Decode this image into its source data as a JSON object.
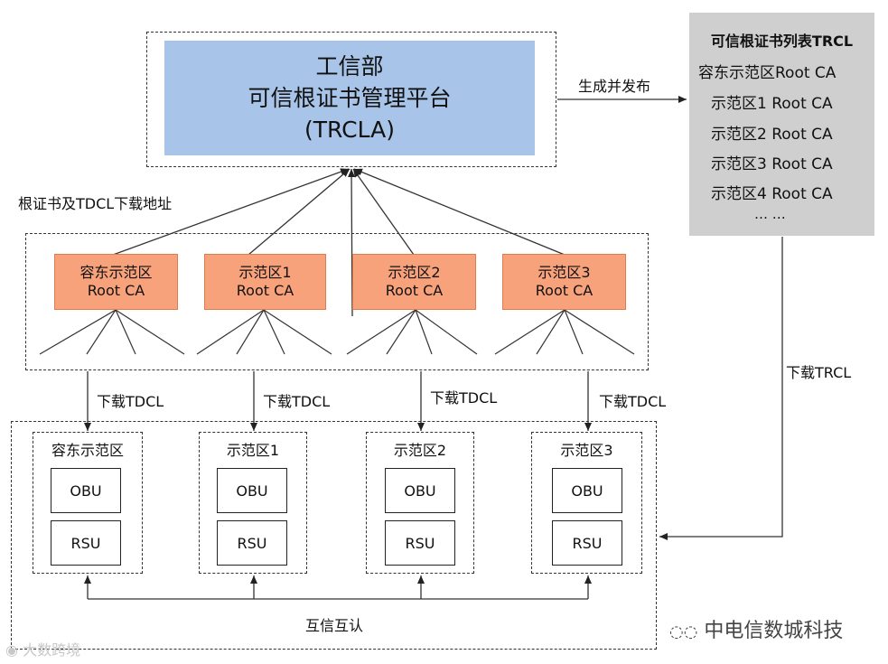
{
  "platform": {
    "line1": "工信部",
    "line2": "可信根证书管理平台",
    "line3": "(TRCLA)"
  },
  "trcl_list": {
    "title": "可信根证书列表TRCL",
    "items": [
      "容东示范区Root CA",
      "示范区1 Root CA",
      "示范区2 Root CA",
      "示范区3 Root CA",
      "示范区4 Root CA",
      "… …"
    ]
  },
  "edges": {
    "generate_publish": "生成并发布",
    "root_cert_download": "根证书及TDCL下载地址",
    "download_tdcl": "下载TDCL",
    "download_trcl": "下载TRCL",
    "mutual_trust": "互信互认"
  },
  "root_cas": [
    {
      "name": "容东示范区",
      "ca": "Root CA"
    },
    {
      "name": "示范区1",
      "ca": "Root CA"
    },
    {
      "name": "示范区2",
      "ca": "Root CA"
    },
    {
      "name": "示范区3",
      "ca": "Root CA"
    }
  ],
  "zones": [
    {
      "name": "容东示范区",
      "obu": "OBU",
      "rsu": "RSU"
    },
    {
      "name": "示范区1",
      "obu": "OBU",
      "rsu": "RSU"
    },
    {
      "name": "示范区2",
      "obu": "OBU",
      "rsu": "RSU"
    },
    {
      "name": "示范区3",
      "obu": "OBU",
      "rsu": "RSU"
    }
  ],
  "watermarks": {
    "left": "大数跨境",
    "right": "中电信数城科技"
  }
}
